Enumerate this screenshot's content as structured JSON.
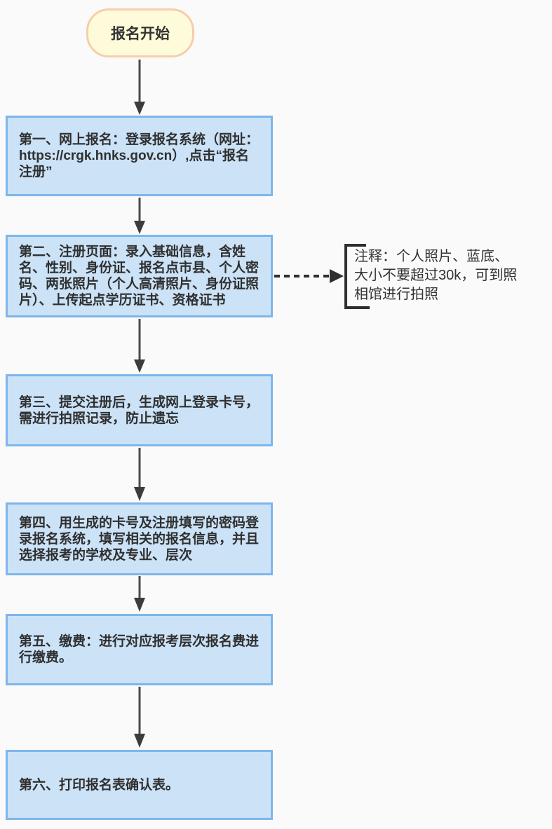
{
  "flow": {
    "start": {
      "label": "报名开始"
    },
    "steps": [
      {
        "id": "step-1",
        "text": "第一、网上报名：登录报名系统（网址：https://crgk.hnks.gov.cn）,点击“报名注册”"
      },
      {
        "id": "step-2",
        "text": "第二、注册页面：录入基础信息，含姓名、性别、身份证、报名点市县、个人密码、两张照片（个人高清照片、身份证照片）、上传起点学历证书、资格证书"
      },
      {
        "id": "step-3",
        "text": "第三、提交注册后，生成网上登录卡号，需进行拍照记录，防止遗忘"
      },
      {
        "id": "step-4",
        "text": "第四、用生成的卡号及注册填写的密码登录报名系统，填写相关的报名信息，并且选择报考的学校及专业、层次"
      },
      {
        "id": "step-5",
        "text": "第五、缴费：进行对应报考层次报名费进行缴费。"
      },
      {
        "id": "step-6",
        "text": "第六、打印报名表确认表。"
      }
    ],
    "note": {
      "lines": [
        "注释：个人照片、蓝底、",
        "大小不要超过30k，可到照",
        "相馆进行拍照"
      ]
    }
  },
  "colors": {
    "canvas_background": "#fafafa",
    "start_fill": "#fdfbda",
    "start_border": "#f8cda9",
    "step_fill": "#cbe2f7",
    "step_border": "#7eb6eb",
    "text": "#2f2f2f",
    "arrow": "#4a4a4a"
  }
}
